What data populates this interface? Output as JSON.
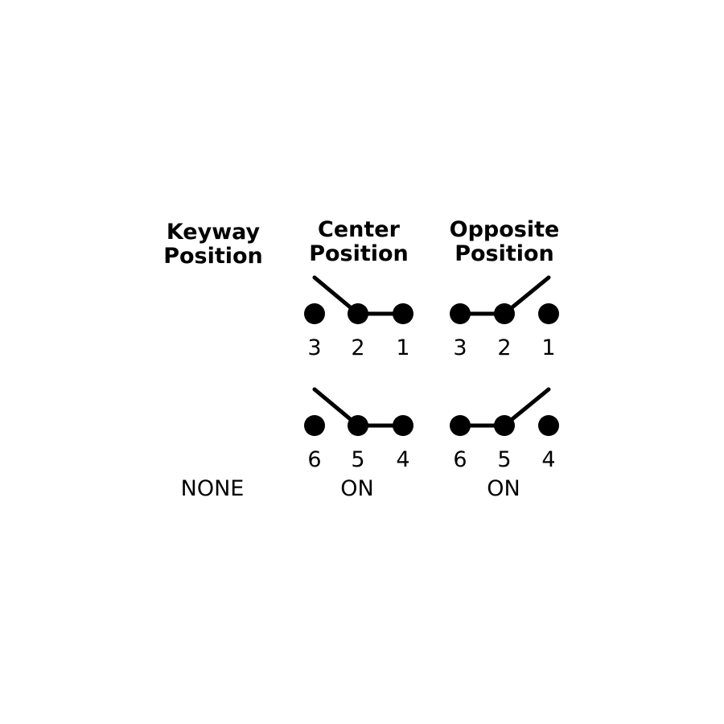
{
  "headers": {
    "keyway": [
      "Keyway",
      "Position"
    ],
    "center": [
      "Center",
      "Position"
    ],
    "opposite": [
      "Opposite",
      "Position"
    ]
  },
  "switches": {
    "center": {
      "top": {
        "terminals": [
          "3",
          "2",
          "1"
        ],
        "closed_between": [
          "2",
          "1"
        ],
        "blade_toward": "3"
      },
      "bottom": {
        "terminals": [
          "6",
          "5",
          "4"
        ],
        "closed_between": [
          "5",
          "4"
        ],
        "blade_toward": "6"
      }
    },
    "opposite": {
      "top": {
        "terminals": [
          "3",
          "2",
          "1"
        ],
        "closed_between": [
          "3",
          "2"
        ],
        "blade_toward": "1"
      },
      "bottom": {
        "terminals": [
          "6",
          "5",
          "4"
        ],
        "closed_between": [
          "6",
          "5"
        ],
        "blade_toward": "4"
      }
    }
  },
  "states": {
    "keyway": "NONE",
    "center": "ON",
    "opposite": "ON"
  }
}
